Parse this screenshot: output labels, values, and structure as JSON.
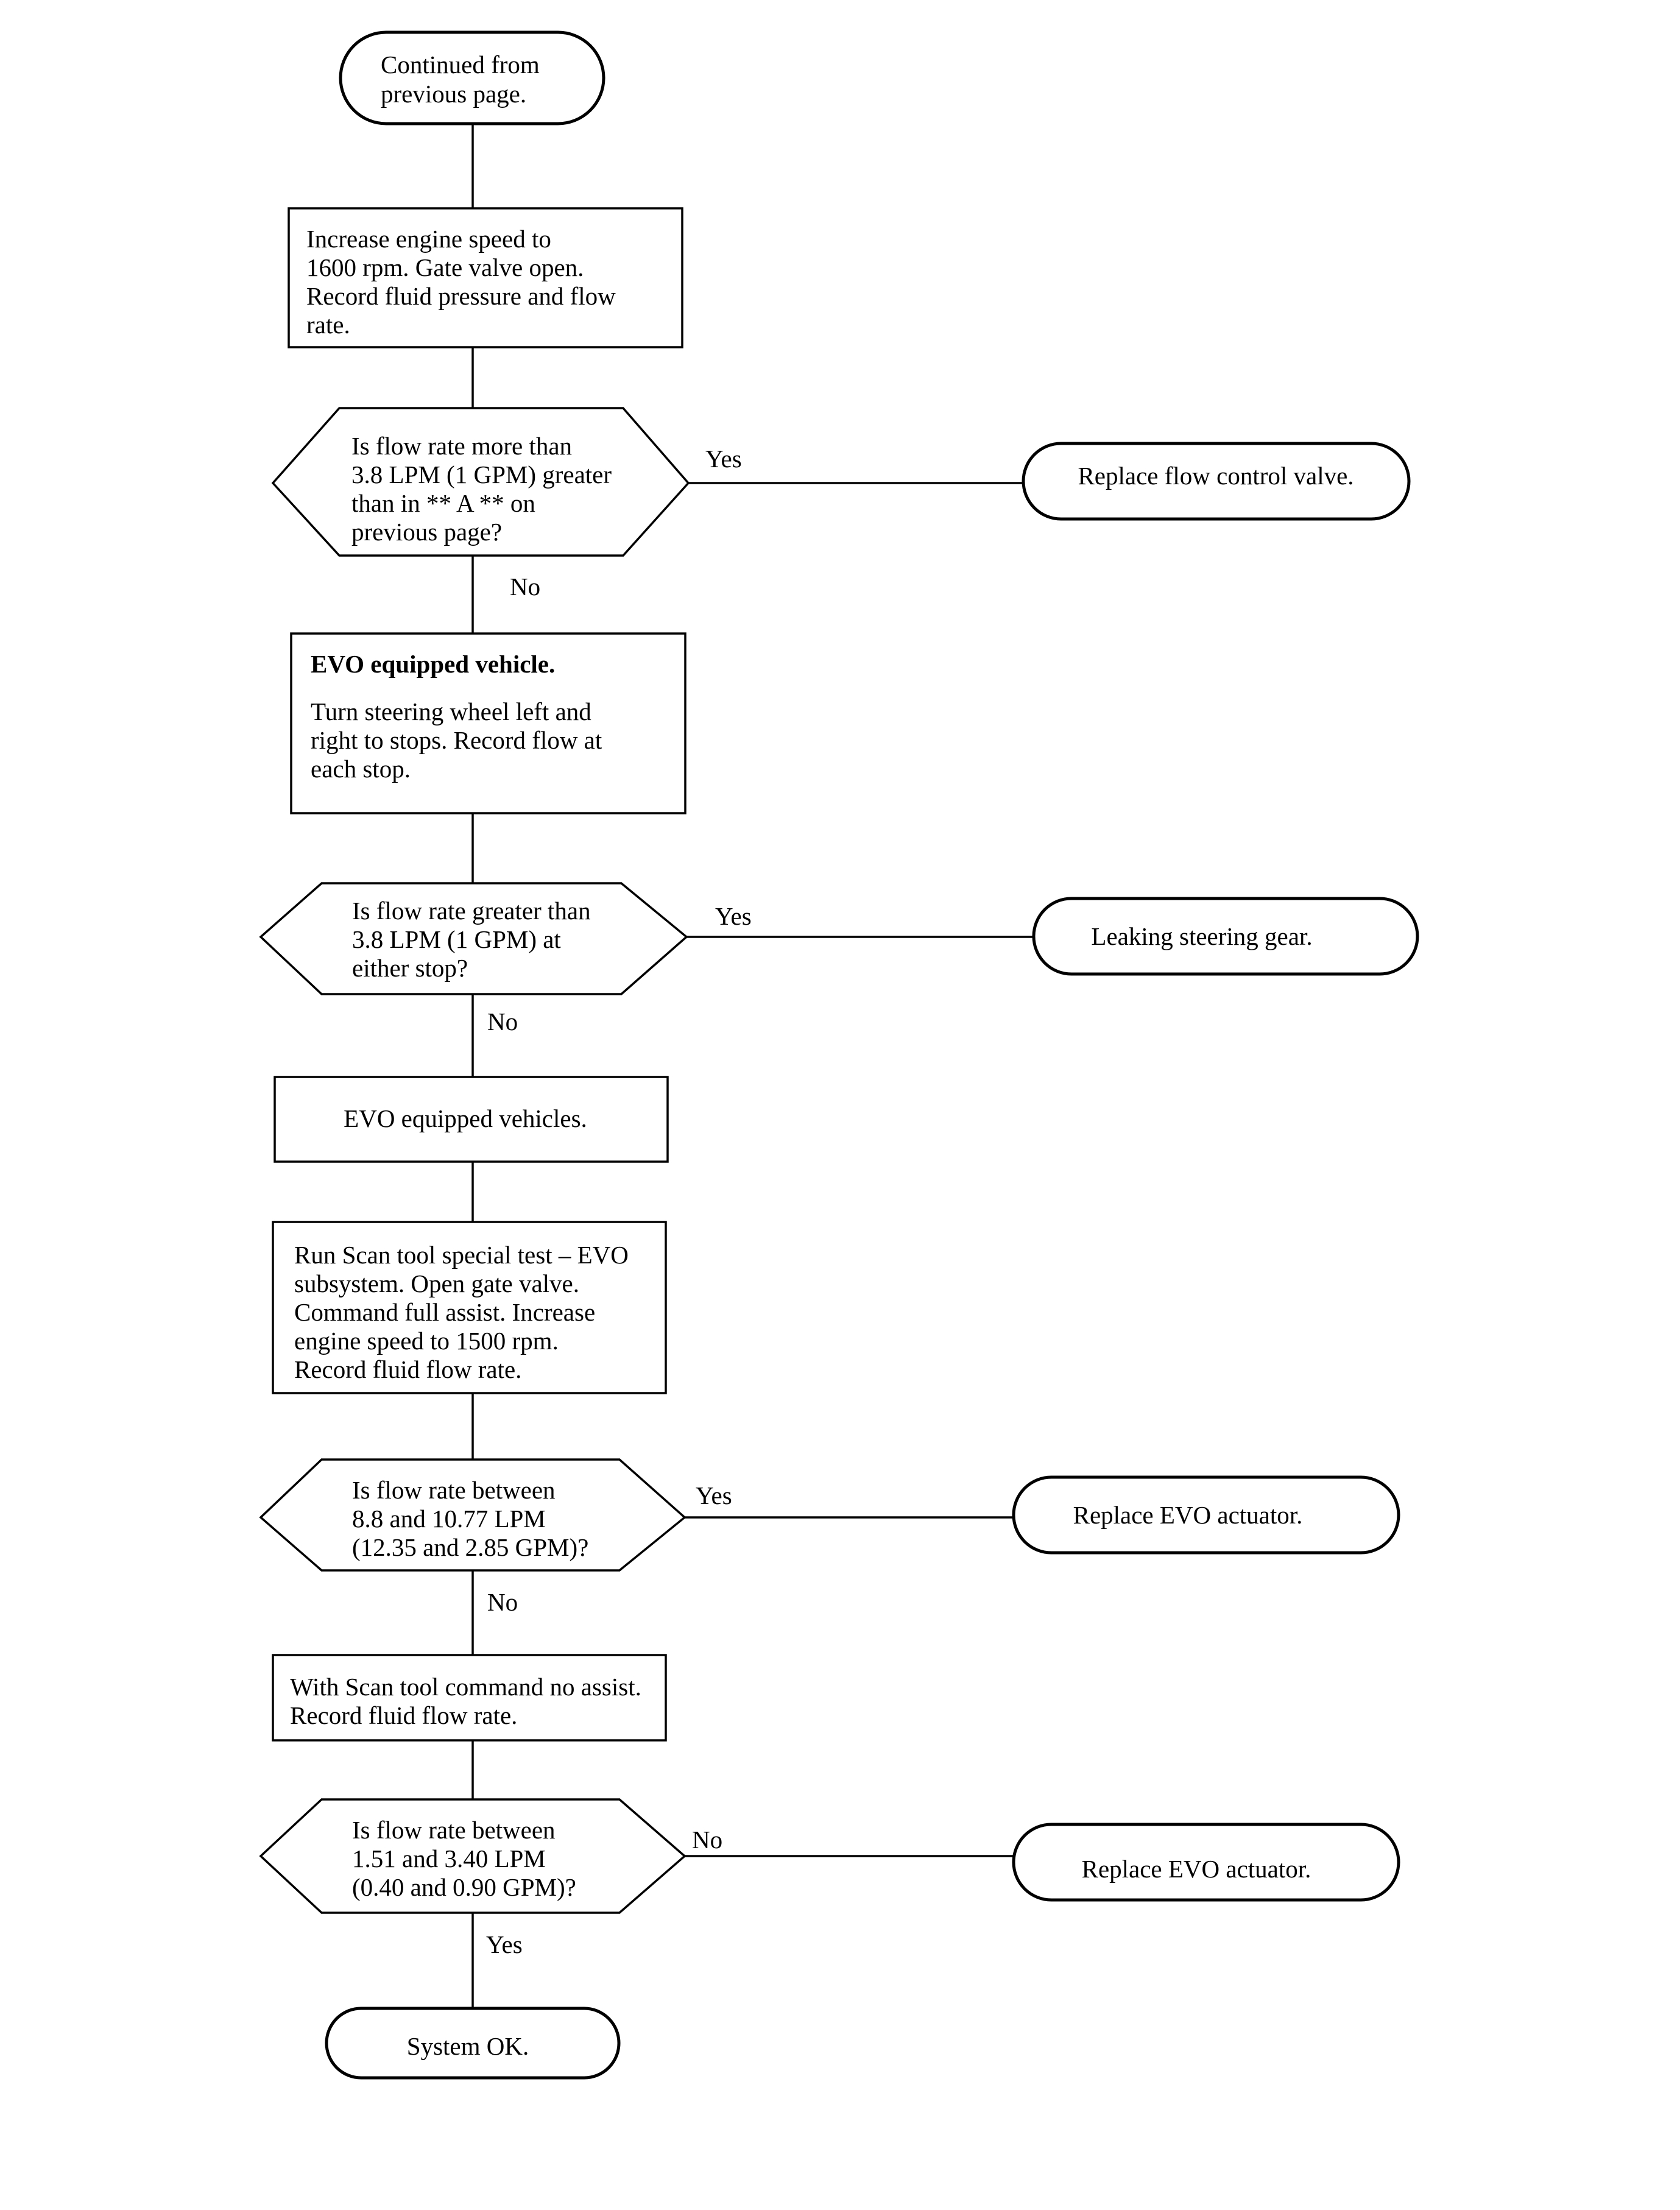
{
  "flowchart": {
    "start": {
      "lines": [
        "Continued from",
        "previous page."
      ]
    },
    "step1": {
      "lines": [
        "Increase engine speed to",
        "1600 rpm. Gate valve open.",
        "Record fluid pressure and flow",
        "rate."
      ]
    },
    "decision1": {
      "lines": [
        "Is flow rate more than",
        "3.8 LPM (1 GPM) greater",
        "than in ** A ** on",
        "previous page?"
      ],
      "yes_label": "Yes",
      "no_label": "No",
      "yes_result": "Replace flow control valve."
    },
    "step2": {
      "heading": "EVO equipped vehicle.",
      "lines": [
        "Turn steering wheel left and",
        "right to stops. Record flow at",
        "each stop."
      ]
    },
    "decision2": {
      "lines": [
        "Is flow rate greater than",
        "3.8 LPM (1 GPM) at",
        "either stop?"
      ],
      "yes_label": "Yes",
      "no_label": "No",
      "yes_result": "Leaking steering gear."
    },
    "step3": {
      "lines": [
        "EVO equipped vehicles."
      ]
    },
    "step4": {
      "lines": [
        "Run Scan tool special test – EVO",
        "subsystem. Open gate valve.",
        "Command full assist. Increase",
        "engine speed to 1500 rpm.",
        "Record fluid flow rate."
      ]
    },
    "decision3": {
      "lines": [
        "Is flow rate between",
        "8.8 and 10.77 LPM",
        "(12.35 and 2.85 GPM)?"
      ],
      "yes_label": "Yes",
      "no_label": "No",
      "yes_result": "Replace EVO actuator."
    },
    "step5": {
      "lines": [
        "With Scan tool command no assist.",
        "Record fluid flow rate."
      ]
    },
    "decision4": {
      "lines": [
        "Is flow rate between",
        "1.51 and 3.40 LPM",
        "(0.40 and 0.90 GPM)?"
      ],
      "no_label": "No",
      "yes_label": "Yes",
      "no_result": "Replace EVO actuator."
    },
    "end": {
      "lines": [
        "System OK."
      ]
    }
  }
}
